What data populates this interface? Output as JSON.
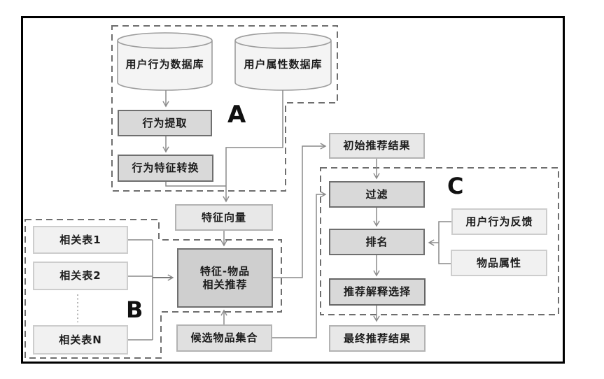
{
  "diagram": {
    "title_hint": "recommendation-pipeline-flowchart",
    "section_labels": {
      "a": "A",
      "b": "B",
      "c": "C"
    },
    "nodes": {
      "user_behavior_db": "用户行为数据库",
      "user_attribute_db": "用户属性数据库",
      "behavior_extraction": "行为提取",
      "behavior_feature_conversion": "行为特征转换",
      "feature_vector": "特征向量",
      "initial_results": "初始推荐结果",
      "filter": "过滤",
      "ranking": "排名",
      "user_behavior_feedback": "用户行为反馈",
      "item_attributes": "物品属性",
      "explanation_selection": "推荐解释选择",
      "final_results": "最终推荐结果",
      "related_table_1": "相关表1",
      "related_table_2": "相关表2",
      "related_table_n": "相关表N",
      "feature_item_reco_line1": "特征-物品",
      "feature_item_reco_line2": "相关推荐",
      "candidate_item_set": "候选物品集合"
    },
    "colors": {
      "frame": "#000000",
      "process_box_fill": "#d9d9d9",
      "process_box_border": "#6f6f6f",
      "result_box_fill": "#e8e8e8",
      "input_box_fill": "#f1f1f1",
      "core_box_fill": "#cfcfcf",
      "cylinder_fill": "#f4f4f4",
      "connector": "#8a8a8a",
      "dashed_outline": "#6e6e6e"
    }
  }
}
